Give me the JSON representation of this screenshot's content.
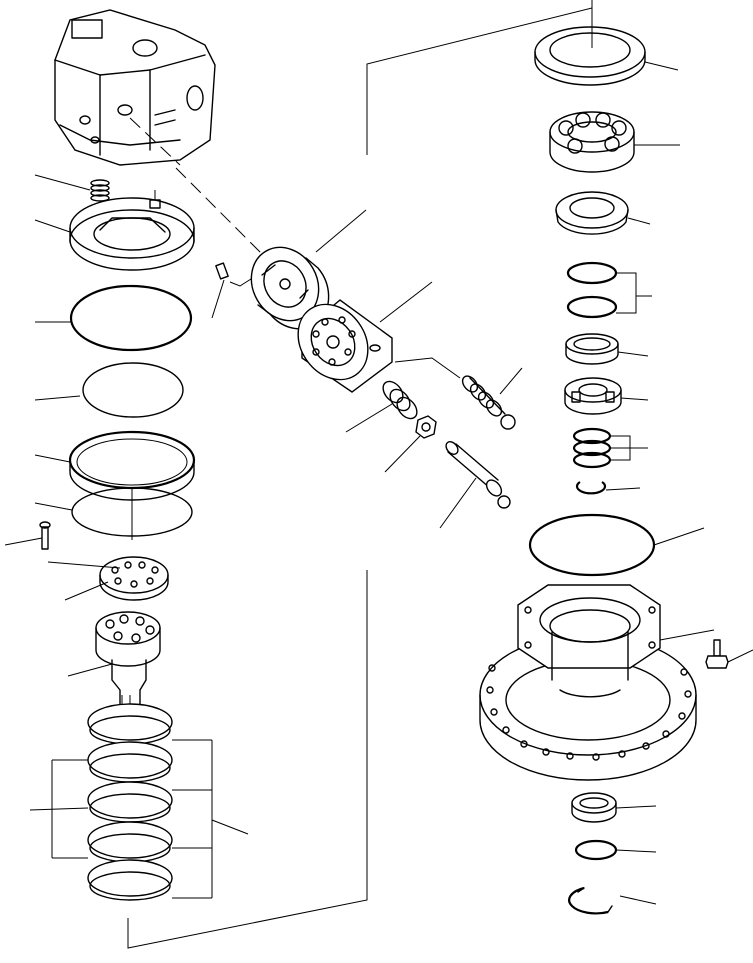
{
  "parts": {
    "left_column": [
      "spring",
      "cam-plate",
      "o-ring-large",
      "o-ring-small",
      "seal-ring",
      "seal-ring-lower",
      "pin",
      "valve-plate",
      "cylinder-shaft",
      "friction-disc-stack"
    ],
    "center_column": [
      "valve-block",
      "cylinder-block",
      "piston",
      "spring-set",
      "nut",
      "shaft-rod",
      "pin-small"
    ],
    "right_column": [
      "bearing-cap",
      "ball-bearing",
      "seal-cup",
      "shim-pair",
      "bushing",
      "roller-bearing",
      "shim-triple",
      "snap-ring-upper",
      "o-ring-housing",
      "motor-housing",
      "bolt",
      "race-lower",
      "washer-lower",
      "snap-ring-lower"
    ]
  }
}
